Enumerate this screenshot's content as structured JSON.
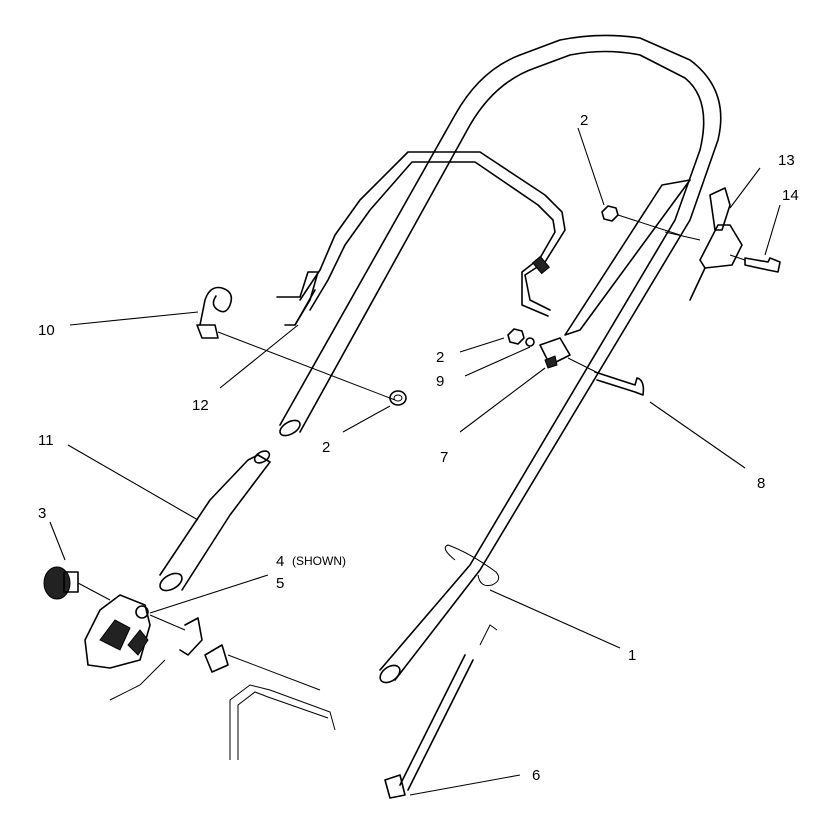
{
  "diagram": {
    "callouts": [
      {
        "id": "c1",
        "text": "1"
      },
      {
        "id": "c2a",
        "text": "2"
      },
      {
        "id": "c2b",
        "text": "2"
      },
      {
        "id": "c2c",
        "text": "2"
      },
      {
        "id": "c3",
        "text": "3"
      },
      {
        "id": "c4",
        "text": "4"
      },
      {
        "id": "c4note",
        "text": "(SHOWN)"
      },
      {
        "id": "c5",
        "text": "5"
      },
      {
        "id": "c6",
        "text": "6"
      },
      {
        "id": "c7",
        "text": "7"
      },
      {
        "id": "c8",
        "text": "8"
      },
      {
        "id": "c9",
        "text": "9"
      },
      {
        "id": "c10",
        "text": "10"
      },
      {
        "id": "c11",
        "text": "11"
      },
      {
        "id": "c12",
        "text": "12"
      },
      {
        "id": "c13",
        "text": "13"
      },
      {
        "id": "c14",
        "text": "14"
      }
    ]
  }
}
